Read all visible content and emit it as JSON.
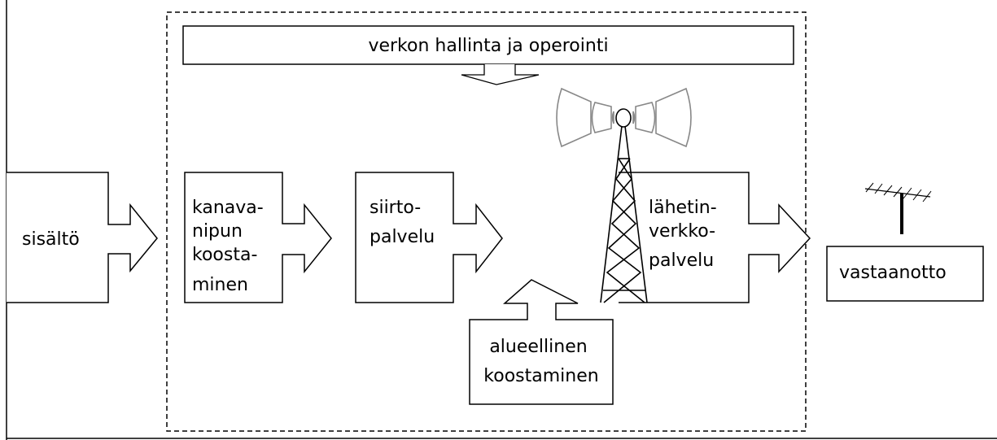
{
  "management": {
    "label": "verkon hallinta ja operointi"
  },
  "content": {
    "label": "sisältö"
  },
  "multiplex": {
    "lines": [
      "kanava-",
      "nipun",
      "koosta-",
      "minen"
    ]
  },
  "transfer": {
    "lines": [
      "siirto-",
      "palvelu"
    ]
  },
  "regional": {
    "lines": [
      "alueellinen",
      "koostaminen"
    ]
  },
  "transmitter": {
    "lines": [
      "lähetin-",
      "verkko-",
      "palvelu"
    ]
  },
  "reception": {
    "label": "vastaanotto"
  }
}
